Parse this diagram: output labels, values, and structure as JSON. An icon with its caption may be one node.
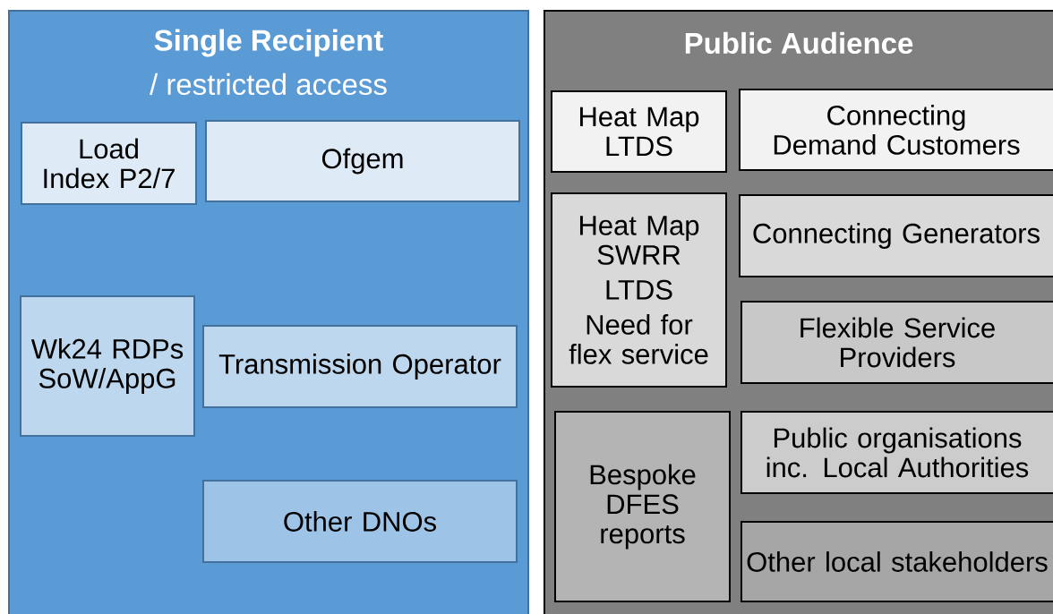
{
  "diagram": {
    "nodes": [
      {
        "text": [
          "Single Recipient",
          "/ restricted access"
        ]
      },
      {
        "text": [
          "Load Index P2/7"
        ],
        "in": 0
      },
      {
        "text": [
          "Ofgem"
        ],
        "in": 0
      },
      {
        "text": [
          "Wk24 RDPs SoW/AppG"
        ],
        "in": 0
      },
      {
        "text": [
          "Transmission Operator"
        ],
        "in": 0
      },
      {
        "text": [
          "Other DNOs"
        ],
        "in": 0
      },
      {
        "text": [
          "Public Audience"
        ]
      },
      {
        "text": [
          "Heat Map LTDS"
        ],
        "in": 6
      },
      {
        "text": [
          "Connecting Demand Customers"
        ],
        "in": 6
      },
      {
        "text": [
          "Heat Map SWRR",
          "LTDS",
          "Need for flex service"
        ],
        "in": 6
      },
      {
        "text": [
          "Connecting Generators"
        ],
        "in": 6
      },
      {
        "text": [
          "Flexible Service Providers"
        ],
        "in": 6
      },
      {
        "text": [
          "Bespoke DFES reports"
        ],
        "in": 6
      },
      {
        "text": [
          "Public organisations inc. Local Authorities"
        ],
        "in": 6
      },
      {
        "text": [
          "Other local stakeholders"
        ],
        "in": 6
      }
    ]
  }
}
